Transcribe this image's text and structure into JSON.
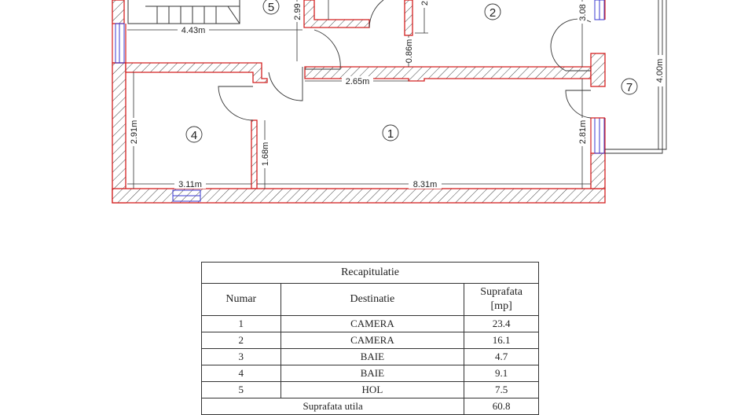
{
  "plan": {
    "colors": {
      "wall_outline": "#d42020",
      "window": "#3a3ad0",
      "line": "#222222"
    },
    "room_labels": [
      "1",
      "2",
      "4",
      "5",
      "7"
    ],
    "dimensions": {
      "d443": "4.43m",
      "d299": "2.99",
      "d086": "0.86m",
      "d308": "3.08",
      "d265": "2.65m",
      "d291": "2.91m",
      "d168": "1.68m",
      "d281": "2.81m",
      "d311": "3.11m",
      "d831": "8.31m",
      "d400": "4.00m",
      "d2": "2"
    }
  },
  "table": {
    "title": "Recapitulatie",
    "headers": {
      "numar": "Numar",
      "destinatie": "Destinatie",
      "suprafata": "Suprafata",
      "unit": "[mp]"
    },
    "rows": [
      {
        "numar": "1",
        "destinatie": "CAMERA",
        "suprafata": "23.4"
      },
      {
        "numar": "2",
        "destinatie": "CAMERA",
        "suprafata": "16.1"
      },
      {
        "numar": "3",
        "destinatie": "BAIE",
        "suprafata": "4.7"
      },
      {
        "numar": "4",
        "destinatie": "BAIE",
        "suprafata": "9.1"
      },
      {
        "numar": "5",
        "destinatie": "HOL",
        "suprafata": "7.5"
      }
    ],
    "total_label": "Suprafata utila",
    "total_value": "60.8"
  }
}
